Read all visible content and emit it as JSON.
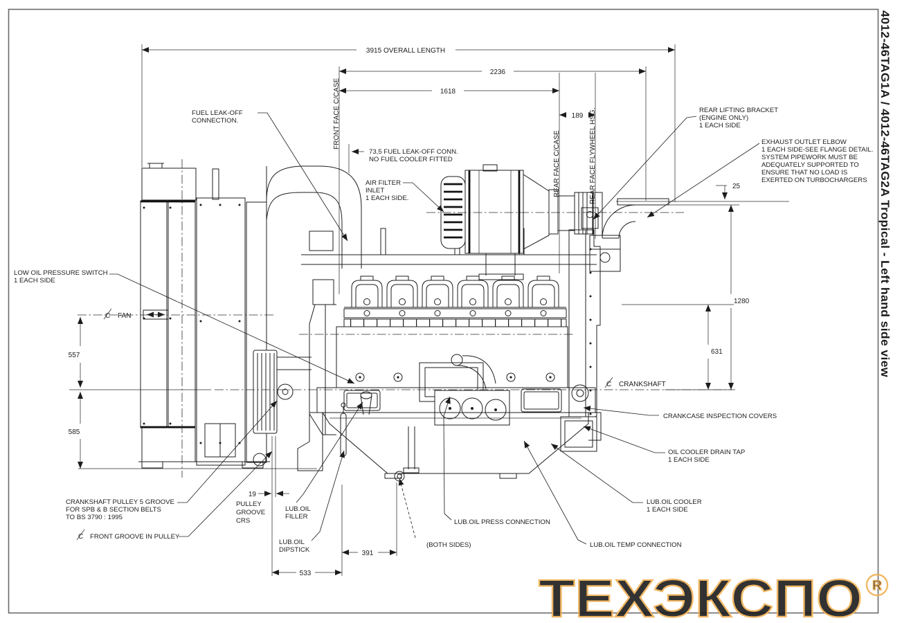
{
  "title_vertical": "4012-46TAG1A / 4012-46TAG2A Tropical - Left hand side view",
  "watermark": {
    "text": "ТЕХЭКСПО",
    "registered": "R",
    "color": "#f1b155"
  },
  "colors": {
    "line": "#1c1c1c",
    "watermark": "#f1b155"
  },
  "dimensions": {
    "overall_length": "3915 OVERALL LENGTH",
    "d2236": "2236",
    "d1618": "1618",
    "d189": "189",
    "d25": "25",
    "d1280": "1280",
    "d631": "631",
    "d557": "557",
    "d585": "585",
    "d19": "19",
    "d391": "391",
    "d533": "533"
  },
  "reference_lines": {
    "front_face": "FRONT FACE C/CASE",
    "rear_face": "REAR FACE C/CASE",
    "rear_face_flywheel": "REAR FACE FLYWHEEL HSG.",
    "fan_cl": "FAN",
    "crankshaft_cl": "CRANKSHAFT"
  },
  "labels": {
    "fuel_leak_off": {
      "lines": [
        "FUEL LEAK-OFF",
        "CONNECTION."
      ]
    },
    "fuel_leak_off_dim": {
      "lines": [
        "73,5  FUEL LEAK-OFF CONN.",
        "NO FUEL COOLER FITTED"
      ]
    },
    "air_filter": {
      "lines": [
        "AIR FILTER",
        "INLET",
        "1 EACH SIDE."
      ]
    },
    "low_oil_pressure": {
      "lines": [
        "LOW OIL PRESSURE SWITCH",
        "1 EACH SIDE"
      ]
    },
    "rear_lifting": {
      "lines": [
        "REAR LIFTING BRACKET",
        "(ENGINE ONLY)",
        "1 EACH SIDE"
      ]
    },
    "exhaust_outlet": {
      "lines": [
        "EXHAUST OUTLET ELBOW",
        "1 EACH SIDE-SEE FLANGE DETAIL.",
        "SYSTEM PIPEWORK MUST BE",
        "ADEQUATELY SUPPORTED TO",
        "ENSURE THAT NO LOAD IS",
        "EXERTED ON TURBOCHARGERS"
      ]
    },
    "crankcase_covers": {
      "lines": [
        "CRANKCASE INSPECTION COVERS"
      ]
    },
    "oil_cooler_drain": {
      "lines": [
        "OIL COOLER DRAIN TAP",
        "1 EACH SIDE"
      ]
    },
    "lub_oil_cooler": {
      "lines": [
        "LUB.OIL COOLER",
        "1 EACH SIDE"
      ]
    },
    "lub_oil_temp": {
      "lines": [
        "LUB.OIL TEMP CONNECTION"
      ]
    },
    "lub_oil_press": {
      "lines": [
        "LUB.OIL PRESS CONNECTION"
      ]
    },
    "both_sides": {
      "lines": [
        "(BOTH SIDES)"
      ]
    },
    "lub_oil_filler": {
      "lines": [
        "LUB.OIL",
        "FILLER"
      ]
    },
    "lub_oil_dipstick": {
      "lines": [
        "LUB.OIL",
        "DIPSTICK"
      ]
    },
    "crankshaft_pulley": {
      "lines": [
        "CRANKSHAFT PULLEY 5 GROOVE",
        "FOR SPB & B SECTION BELTS",
        "TO BS 3790 : 1995"
      ]
    },
    "front_groove": {
      "lines": [
        "FRONT GROOVE IN PULLEY"
      ]
    },
    "pulley_crs": {
      "lines": [
        "PULLEY",
        "GROOVE",
        "CRS"
      ]
    }
  }
}
